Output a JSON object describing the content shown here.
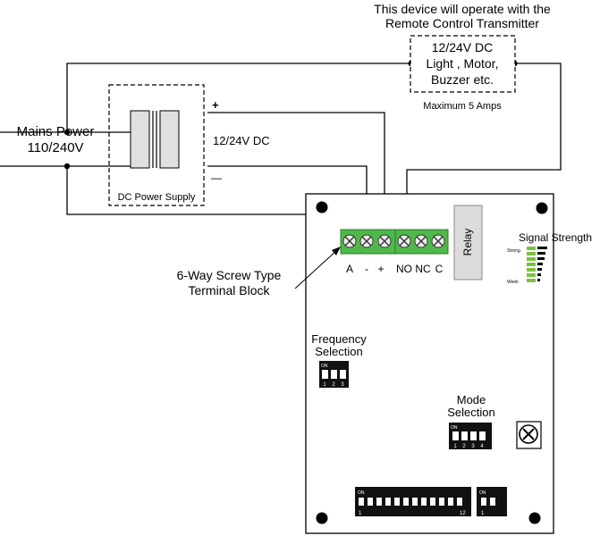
{
  "header": {
    "line1": "This device will operate with the",
    "line2": "Remote Control Transmitter"
  },
  "load": {
    "line1": "12/24V DC",
    "line2": "Light , Motor,",
    "line3": "Buzzer etc.",
    "max_current": "Maximum 5 Amps"
  },
  "mains": {
    "line1": "Mains Power",
    "line2": "110/240V"
  },
  "power_supply": {
    "label": "DC Power Supply",
    "output_voltage": "12/24V DC",
    "plus": "+",
    "minus": "—"
  },
  "terminal_block": {
    "callout_line1": "6-Way Screw Type",
    "callout_line2": "Terminal Block",
    "labels": [
      "A",
      "-",
      "+",
      "NO",
      "NC",
      "C"
    ]
  },
  "relay": {
    "label": "Relay"
  },
  "signal": {
    "title": "Signal Strength",
    "strong": "Strong",
    "weak": "Week",
    "bars_lit": 7,
    "bars_total": 7
  },
  "frequency": {
    "line1": "Frequency",
    "line2": "Selection",
    "on": "ON",
    "numbers": [
      "1",
      "2",
      "3"
    ]
  },
  "mode": {
    "line1": "Mode",
    "line2": "Selection",
    "on": "ON",
    "numbers": [
      "1",
      "2",
      "3",
      "4"
    ]
  },
  "bottom_dips": {
    "large_on": "ON",
    "large_start": "1",
    "large_end": "12",
    "small_on": "ON",
    "small_start": "1"
  },
  "colors": {
    "terminal_green": "#4fb84a",
    "signal_green": "#7cc142",
    "relay_grey": "#dcdcdc",
    "dip_black": "#111111"
  }
}
